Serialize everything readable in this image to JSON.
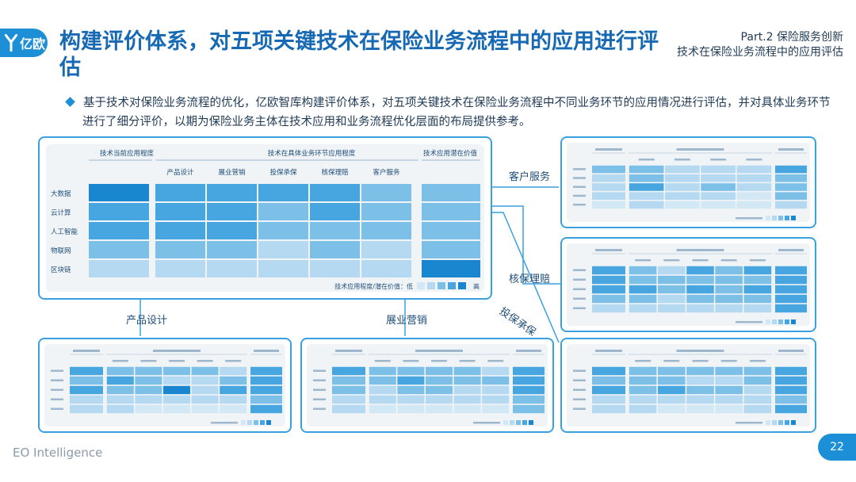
{
  "header": {
    "logo_text": "亿欧",
    "title": "构建评价体系，对五项关键技术在保险业务流程中的应用进行评估",
    "part_line1": "Part.2 保险服务创新",
    "part_line2": "技术在保险业务流程中的应用评估"
  },
  "bullet": {
    "text": "基于技术对保险业务流程的优化，亿欧智库构建评价体系，对五项关键技术在保险业务流程中不同业务环节的应用情况进行评估，并对具体业务环节进行了细分评价，以期为保险业务主体在技术应用和业务流程优化层面的布局提供参考。"
  },
  "footer": {
    "brand": "EO Intelligence",
    "page": "22"
  },
  "connectors": {
    "customer_service": "客户服务",
    "claims": "核保理赔",
    "product_design": "产品设计",
    "marketing": "展业营销",
    "underwriting": "投保承保"
  },
  "colors": {
    "accent": "#1c8fd6",
    "frame": "#3aa1e0",
    "scale": [
      "#d2e8f5",
      "#b4d9f0",
      "#7cc0e8",
      "#47a6df",
      "#1a86d0"
    ]
  },
  "chart_data": [
    {
      "type": "heatmap",
      "id": "main",
      "group_current": "技术当前应用程度",
      "group_business": "技术在具体业务环节应用程度",
      "group_potential": "技术应用潜在价值",
      "rows": [
        "大数据",
        "云计算",
        "人工智能",
        "物联网",
        "区块链"
      ],
      "columns": [
        "产品设计",
        "展业营销",
        "投保承保",
        "核保理赔",
        "客户服务"
      ],
      "current": [
        5,
        4,
        4,
        3,
        2
      ],
      "business": [
        [
          4,
          4,
          4,
          4,
          3
        ],
        [
          4,
          4,
          3,
          4,
          3
        ],
        [
          4,
          4,
          3,
          3,
          3
        ],
        [
          3,
          3,
          2,
          3,
          2
        ],
        [
          2,
          2,
          2,
          2,
          2
        ]
      ],
      "potential": [
        3,
        3,
        3,
        3,
        5
      ],
      "legend": "技术应用程度/潜在价值：低",
      "legend_high": "高",
      "scale": [
        1,
        5
      ]
    },
    {
      "type": "heatmap",
      "id": "customer_service",
      "rows_n": 5,
      "cols_n": 4,
      "current": [
        3,
        2,
        2,
        2,
        1
      ],
      "business": [
        [
          3,
          2,
          2,
          2
        ],
        [
          3,
          2,
          2,
          2
        ],
        [
          4,
          2,
          3,
          2
        ],
        [
          2,
          2,
          2,
          1
        ],
        [
          2,
          1,
          1,
          1
        ]
      ],
      "potential": [
        4,
        3,
        3,
        3,
        2
      ]
    },
    {
      "type": "heatmap",
      "id": "claims",
      "rows_n": 5,
      "cols_n": 5,
      "current": [
        4,
        4,
        4,
        3,
        2
      ],
      "business": [
        [
          3,
          2,
          4,
          3,
          4
        ],
        [
          3,
          3,
          3,
          3,
          3
        ],
        [
          4,
          3,
          4,
          3,
          4
        ],
        [
          3,
          2,
          3,
          3,
          3
        ],
        [
          2,
          2,
          2,
          2,
          2
        ]
      ],
      "potential": [
        4,
        4,
        4,
        4,
        4
      ]
    },
    {
      "type": "heatmap",
      "id": "product_design",
      "rows_n": 5,
      "cols_n": 5,
      "current": [
        4,
        3,
        4,
        2,
        2
      ],
      "business": [
        [
          3,
          3,
          3,
          3,
          2
        ],
        [
          4,
          3,
          2,
          2,
          3
        ],
        [
          3,
          3,
          5,
          2,
          4
        ],
        [
          2,
          2,
          2,
          2,
          2
        ],
        [
          2,
          1,
          1,
          1,
          1
        ]
      ],
      "potential": [
        4,
        4,
        4,
        3,
        4
      ]
    },
    {
      "type": "heatmap",
      "id": "marketing",
      "rows_n": 5,
      "cols_n": 5,
      "current": [
        4,
        3,
        3,
        2,
        2
      ],
      "business": [
        [
          3,
          3,
          3,
          3,
          2
        ],
        [
          3,
          4,
          3,
          3,
          3
        ],
        [
          2,
          3,
          3,
          2,
          2
        ],
        [
          2,
          2,
          2,
          2,
          2
        ],
        [
          1,
          1,
          1,
          1,
          1
        ]
      ],
      "potential": [
        4,
        4,
        4,
        3,
        3
      ]
    },
    {
      "type": "heatmap",
      "id": "underwriting",
      "rows_n": 5,
      "cols_n": 5,
      "current": [
        4,
        3,
        4,
        2,
        2
      ],
      "business": [
        [
          3,
          3,
          3,
          3,
          3
        ],
        [
          3,
          3,
          2,
          2,
          3
        ],
        [
          3,
          4,
          3,
          3,
          2
        ],
        [
          2,
          2,
          2,
          2,
          2
        ],
        [
          2,
          1,
          1,
          1,
          2
        ]
      ],
      "potential": [
        4,
        4,
        4,
        3,
        4
      ]
    }
  ]
}
